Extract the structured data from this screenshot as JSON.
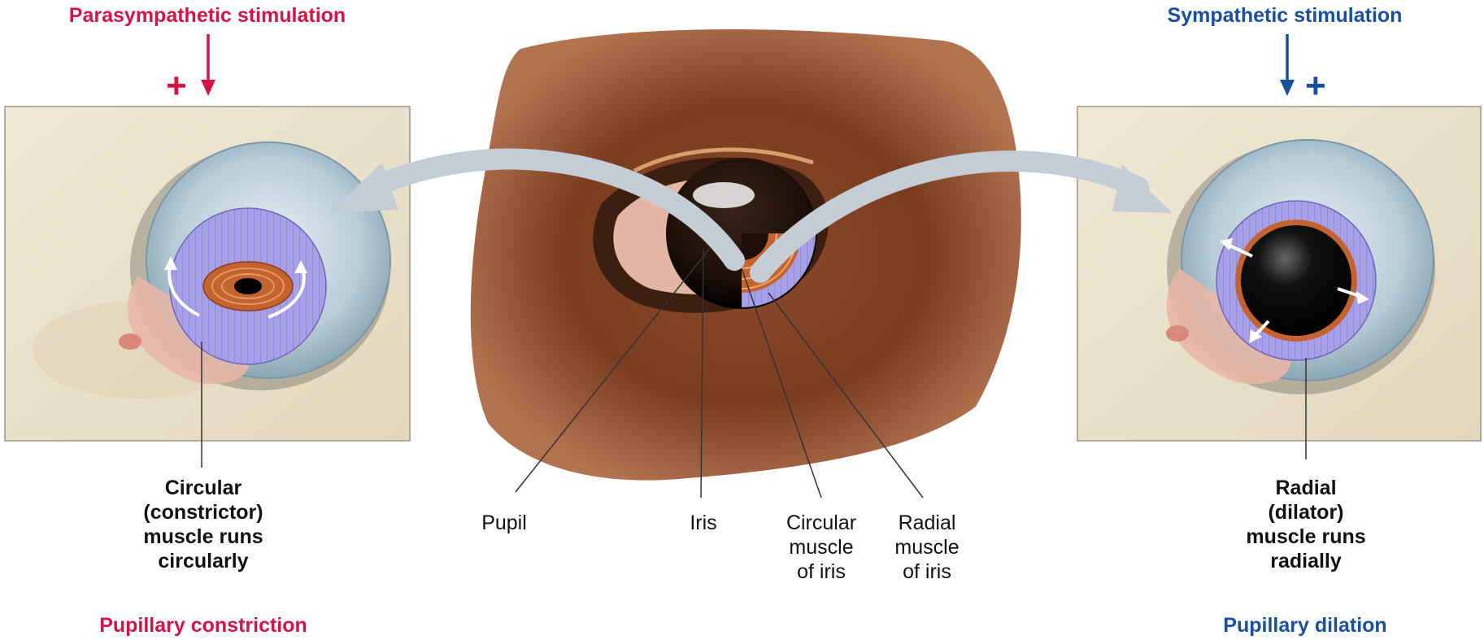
{
  "top": {
    "parasympathetic": "Parasympathetic stimulation",
    "sympathetic": "Sympathetic stimulation",
    "plus": "+"
  },
  "left_panel": {
    "label": [
      "Circular",
      "(constrictor)",
      "muscle runs",
      "circularly"
    ],
    "caption": "Pupillary constriction"
  },
  "right_panel": {
    "label": [
      "Radial",
      "(dilator)",
      "muscle runs",
      "radially"
    ],
    "caption": "Pupillary dilation"
  },
  "center": {
    "pupil": "Pupil",
    "iris": "Iris",
    "circular_muscle": [
      "Circular",
      "muscle",
      "of iris"
    ],
    "radial_muscle": [
      "Radial",
      "muscle",
      "of iris"
    ]
  },
  "colors": {
    "parasympathetic": "#d41447",
    "sympathetic": "#1a4f9e",
    "iris_muscle": "#a7a0e6",
    "circular_band": "#c4632f"
  }
}
